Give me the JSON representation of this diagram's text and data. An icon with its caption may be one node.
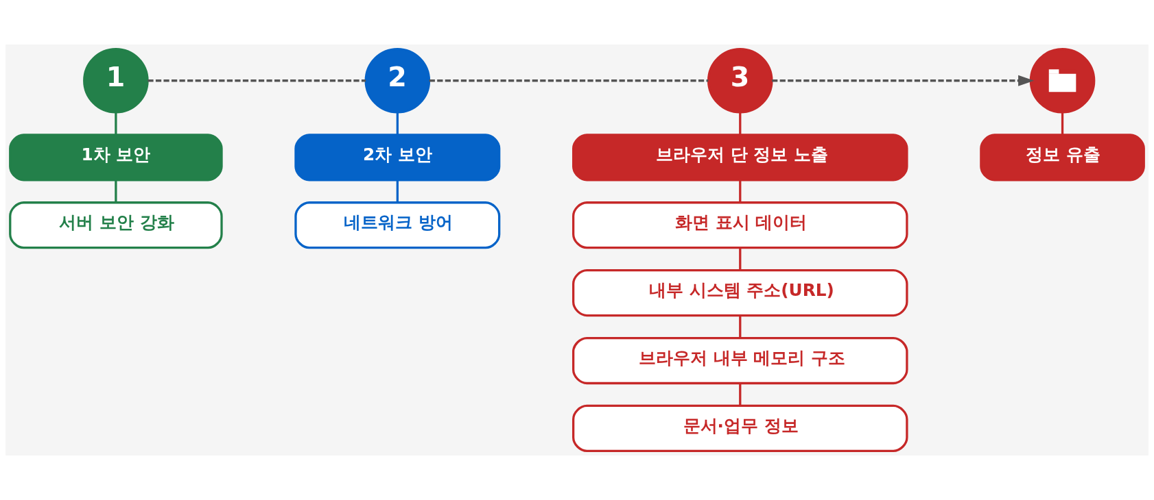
{
  "diagram": {
    "nodes": [
      {
        "text": [
          "1"
        ]
      },
      {
        "text": [
          "1차 보안"
        ]
      },
      {
        "text": [
          "서버 보안 강화"
        ]
      },
      {
        "text": [
          "2"
        ]
      },
      {
        "text": [
          "2차 보안"
        ]
      },
      {
        "text": [
          "네트워크 방어"
        ]
      },
      {
        "text": [
          "3"
        ]
      },
      {
        "text": [
          "브라우저 단 정보 노출"
        ]
      },
      {
        "text": [
          "화면 표시 데이터"
        ]
      },
      {
        "text": [
          "내부 시스템 주소(URL)"
        ]
      },
      {
        "text": [
          "브라우저 내부 메모리 구조"
        ]
      },
      {
        "text": [
          "문서·업무 정보"
        ]
      },
      {
        "text": [],
        "shape": "circle"
      },
      {
        "text": [
          "정보 유출"
        ]
      }
    ],
    "edges": [
      {
        "from": 0,
        "to": 3,
        "arrow": "none",
        "style": "dashed",
        "color": "#555555"
      },
      {
        "from": 3,
        "to": 6,
        "arrow": "none",
        "style": "dashed",
        "color": "#555555"
      },
      {
        "from": 6,
        "to": 12,
        "arrow": "to",
        "style": "dashed",
        "color": "#555555"
      },
      {
        "from": 0,
        "to": 1,
        "arrow": "none",
        "color": "#23804a"
      },
      {
        "from": 1,
        "to": 2,
        "arrow": "none",
        "color": "#23804a"
      },
      {
        "from": 3,
        "to": 4,
        "arrow": "none",
        "color": "#0563c8"
      },
      {
        "from": 4,
        "to": 5,
        "arrow": "none",
        "color": "#0563c8"
      },
      {
        "from": 6,
        "to": 7,
        "arrow": "none"
      },
      {
        "from": 7,
        "to": 8,
        "arrow": "none"
      },
      {
        "from": 8,
        "to": 9,
        "arrow": "none"
      },
      {
        "from": 9,
        "to": 10,
        "arrow": "none"
      },
      {
        "from": 10,
        "to": 11,
        "arrow": "none"
      },
      {
        "from": 12,
        "to": 13,
        "arrow": "none"
      }
    ]
  }
}
